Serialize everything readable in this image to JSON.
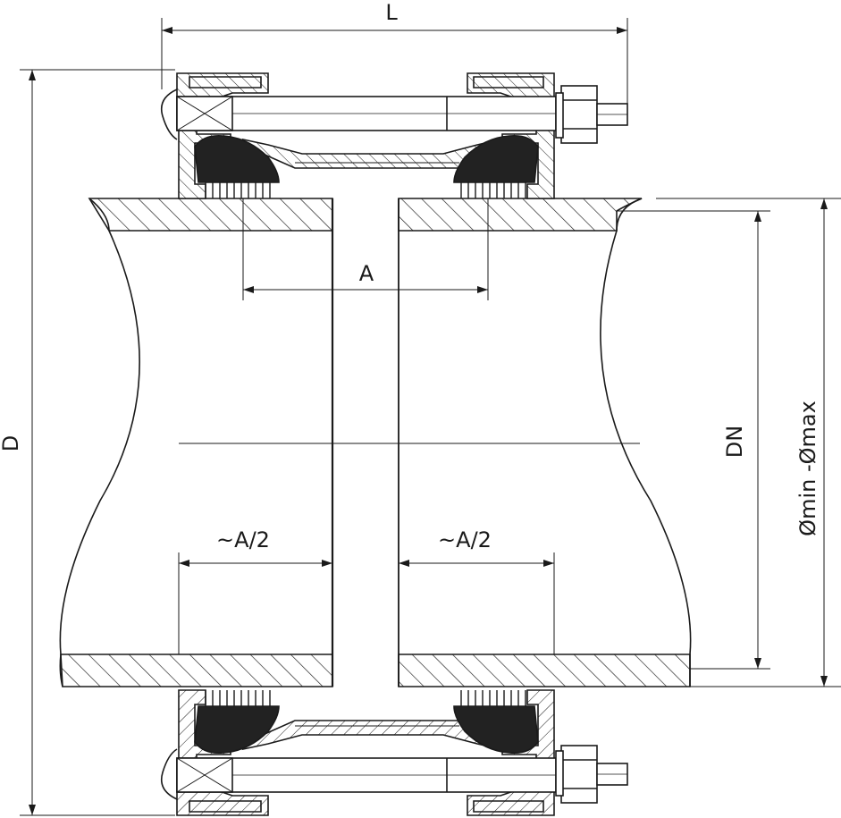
{
  "diagram": {
    "labels": {
      "length": "L",
      "outer_diameter": "D",
      "gap": "A",
      "half_gap_left": "~A/2",
      "half_gap_right": "~A/2",
      "nominal_diameter": "DN",
      "diameter_range": "Ømin -Ømax"
    },
    "colors": {
      "line": "#1a1a1a",
      "background": "#ffffff",
      "seal": "#222222"
    }
  }
}
